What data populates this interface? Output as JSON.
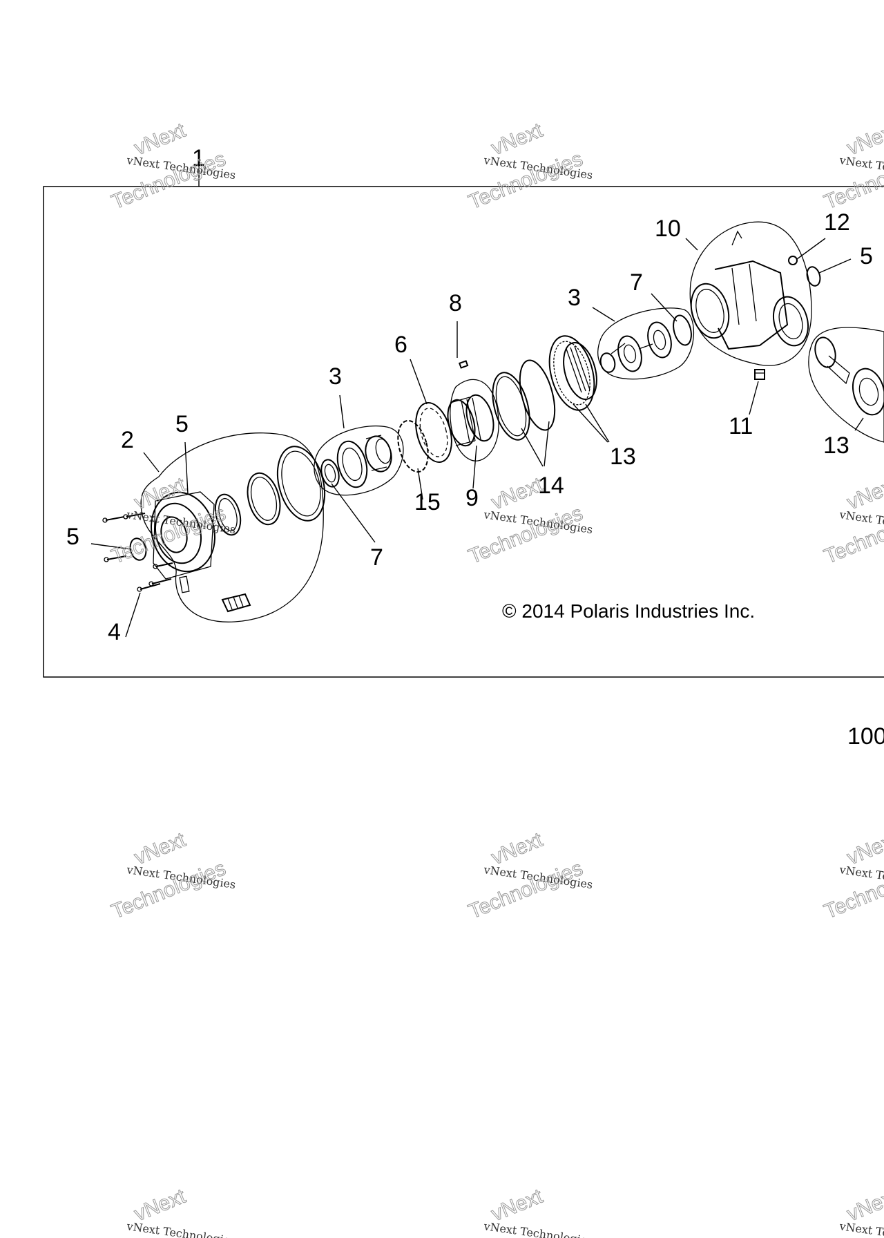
{
  "diagram": {
    "copyright": "© 2014 Polaris Industries Inc.",
    "page_number": "100",
    "watermark": {
      "line1": "vNext Technologies",
      "line2": "vNext",
      "line3": "Technologies"
    },
    "callouts": [
      {
        "id": "c1",
        "label": "1"
      },
      {
        "id": "c2",
        "label": "2"
      },
      {
        "id": "c3a",
        "label": "3"
      },
      {
        "id": "c3b",
        "label": "3"
      },
      {
        "id": "c4",
        "label": "4"
      },
      {
        "id": "c5a",
        "label": "5"
      },
      {
        "id": "c5b",
        "label": "5"
      },
      {
        "id": "c5c",
        "label": "5"
      },
      {
        "id": "c6",
        "label": "6"
      },
      {
        "id": "c7a",
        "label": "7"
      },
      {
        "id": "c7b",
        "label": "7"
      },
      {
        "id": "c8",
        "label": "8"
      },
      {
        "id": "c9",
        "label": "9"
      },
      {
        "id": "c10",
        "label": "10"
      },
      {
        "id": "c11",
        "label": "11"
      },
      {
        "id": "c12",
        "label": "12"
      },
      {
        "id": "c13a",
        "label": "13"
      },
      {
        "id": "c13b",
        "label": "13"
      },
      {
        "id": "c14",
        "label": "14"
      },
      {
        "id": "c15",
        "label": "15"
      }
    ]
  }
}
